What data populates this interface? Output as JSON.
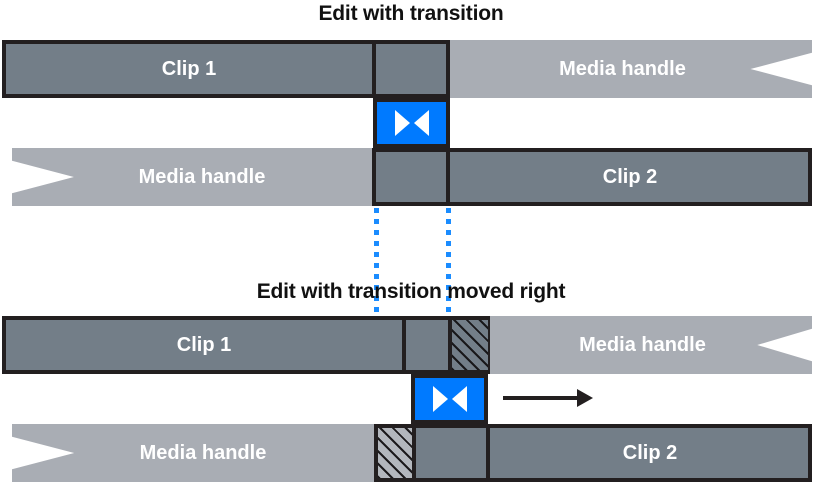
{
  "diagrams": [
    {
      "title": "Edit with transition",
      "rows": [
        {
          "name": "upper-track",
          "segments": [
            {
              "label": "Clip 1",
              "kind": "clip",
              "fill": "dark"
            },
            {
              "label": "",
              "kind": "transition-overlap",
              "fill": "dark"
            },
            {
              "label": "Media handle",
              "kind": "handle",
              "fill": "light"
            }
          ]
        },
        {
          "name": "lower-track",
          "segments": [
            {
              "label": "Media handle",
              "kind": "handle",
              "fill": "light"
            },
            {
              "label": "",
              "kind": "transition-overlap",
              "fill": "dark"
            },
            {
              "label": "Clip 2",
              "kind": "clip",
              "fill": "dark"
            }
          ]
        }
      ],
      "transition": {
        "icon": "transition-bowtie-icon",
        "color": "#007aff"
      }
    },
    {
      "title": "Edit with transition moved right",
      "rows": [
        {
          "name": "upper-track",
          "segments": [
            {
              "label": "Clip 1",
              "kind": "clip",
              "fill": "dark"
            },
            {
              "label": "",
              "kind": "transition-overlap",
              "fill": "dark"
            },
            {
              "label": "",
              "kind": "added-media",
              "fill": "hatch-dark"
            },
            {
              "label": "Media handle",
              "kind": "handle",
              "fill": "light"
            }
          ]
        },
        {
          "name": "lower-track",
          "segments": [
            {
              "label": "Media handle",
              "kind": "handle",
              "fill": "light"
            },
            {
              "label": "",
              "kind": "removed-media",
              "fill": "hatch-light"
            },
            {
              "label": "",
              "kind": "transition-overlap",
              "fill": "dark"
            },
            {
              "label": "Clip 2",
              "kind": "clip",
              "fill": "dark"
            }
          ]
        }
      ],
      "transition": {
        "icon": "transition-bowtie-icon",
        "color": "#007aff"
      },
      "move_arrow": {
        "icon": "arrow-right-icon",
        "direction": "right"
      }
    }
  ],
  "guides": {
    "color": "#1a8cff",
    "count": 2
  },
  "colors": {
    "clip_fill": "#737e88",
    "handle_fill": "#a9adb4",
    "outline": "#231f20",
    "transition": "#007aff",
    "guide": "#1a8cff",
    "label_text": "#ffffff",
    "title_text": "#111111",
    "background": "#ffffff"
  }
}
